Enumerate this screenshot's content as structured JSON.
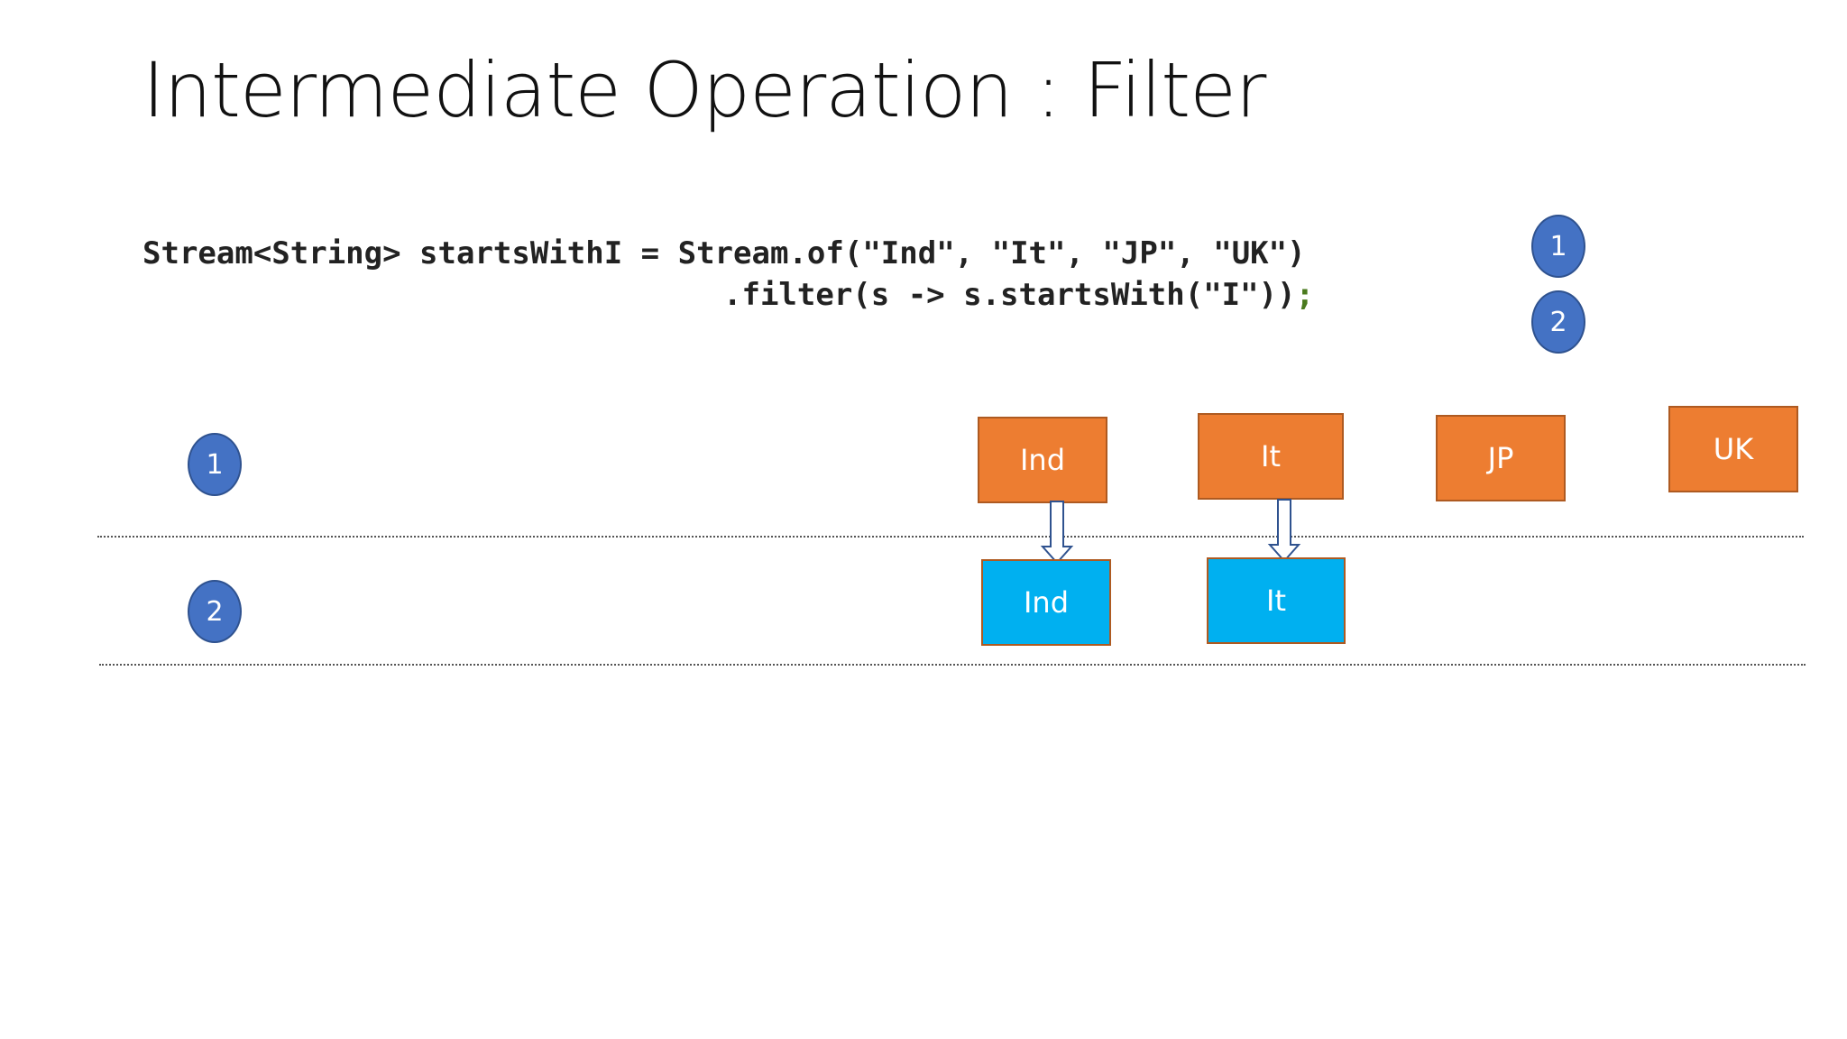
{
  "title": "Intermediate Operation : Filter",
  "code": {
    "line1": "Stream<String> startsWithI = Stream.of(\"Ind\", \"It\", \"JP\", \"UK\")",
    "line2": ".filter(s -> s.startsWith(\"I\"))",
    "line2_end": ";"
  },
  "legend_steps": [
    "1",
    "2"
  ],
  "row_steps": [
    "1",
    "2"
  ],
  "source_items": [
    "Ind",
    "It",
    "JP",
    "UK"
  ],
  "filtered_items": [
    "Ind",
    "It"
  ],
  "colors": {
    "source_fill": "#ed7d31",
    "filtered_fill": "#00b0f0",
    "step_circle": "#4472c4"
  }
}
